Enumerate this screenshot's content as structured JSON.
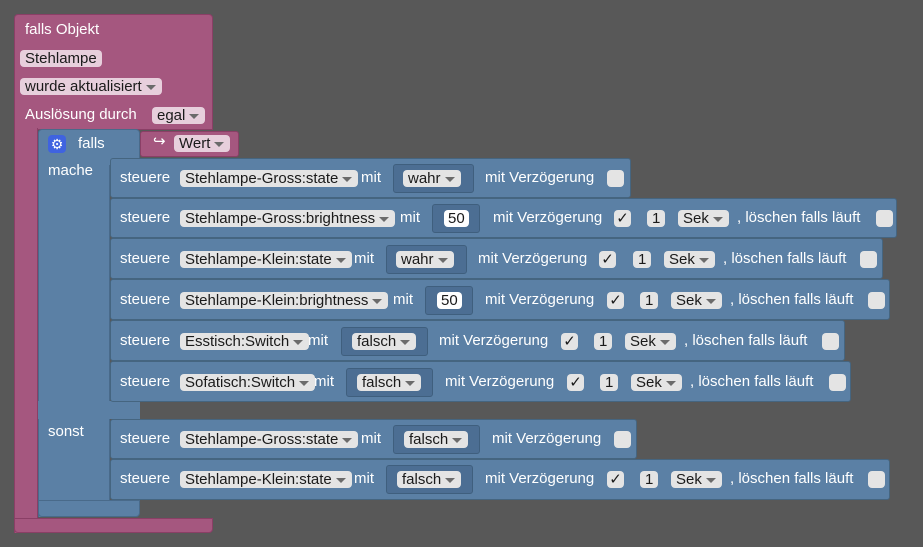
{
  "trigger": {
    "title": "falls Objekt",
    "object_name": "Stehlampe",
    "event": "wurde aktualisiert",
    "cause_label": "Auslösung durch",
    "cause_value": "egal"
  },
  "if_block": {
    "if_label": "falls",
    "condition": "Wert",
    "then_label": "mache",
    "else_label": "sonst"
  },
  "words": {
    "control": "steuere",
    "with": "mit",
    "delay": "mit Verzögerung",
    "clear": ", löschen falls läuft",
    "unit": "Sek",
    "check_mark": "✓"
  },
  "then_actions": [
    {
      "target": "Stehlampe-Gross:state",
      "value": "wahr",
      "delay": false
    },
    {
      "target": "Stehlampe-Gross:brightness",
      "value": "50",
      "delay": true,
      "delay_value": "1",
      "unit": "Sek",
      "clear_running": false
    },
    {
      "target": "Stehlampe-Klein:state",
      "value": "wahr",
      "delay": true,
      "delay_value": "1",
      "unit": "Sek",
      "clear_running": false
    },
    {
      "target": "Stehlampe-Klein:brightness",
      "value": "50",
      "delay": true,
      "delay_value": "1",
      "unit": "Sek",
      "clear_running": false
    },
    {
      "target": "Esstisch:Switch",
      "value": "falsch",
      "delay": true,
      "delay_value": "1",
      "unit": "Sek",
      "clear_running": false
    },
    {
      "target": "Sofatisch:Switch",
      "value": "falsch",
      "delay": true,
      "delay_value": "1",
      "unit": "Sek",
      "clear_running": false
    }
  ],
  "else_actions": [
    {
      "target": "Stehlampe-Gross:state",
      "value": "falsch",
      "delay": false
    },
    {
      "target": "Stehlampe-Klein:state",
      "value": "falsch",
      "delay": true,
      "delay_value": "1",
      "unit": "Sek",
      "clear_running": false
    }
  ],
  "colors": {
    "background": "#585858",
    "trigger_block": "#a5577f",
    "action_block": "#5b80a5",
    "field": "#e4e4e4"
  }
}
